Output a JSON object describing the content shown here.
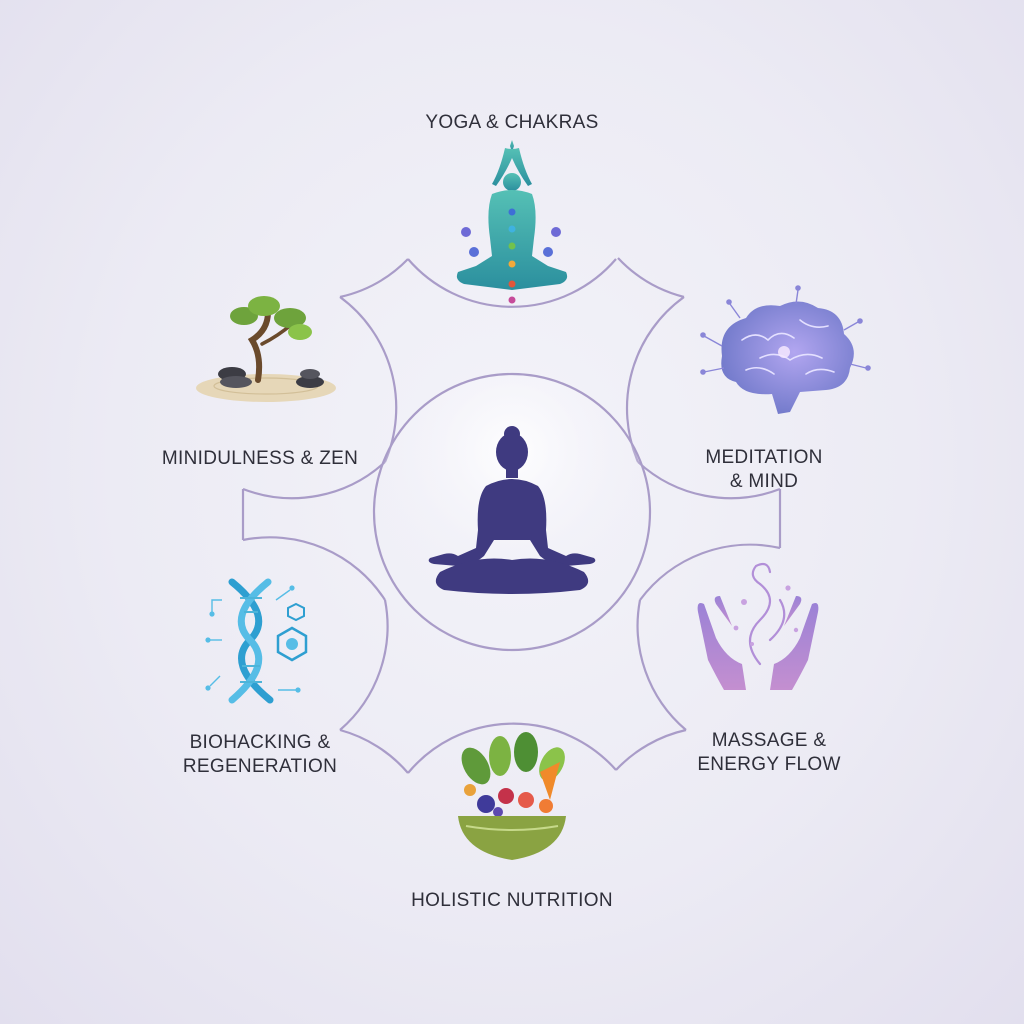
{
  "center": {
    "icon": "meditating-figure-icon"
  },
  "sections": [
    {
      "id": "yoga",
      "label_lines": [
        "YOGA & CHAKRAS"
      ],
      "icon": "yoga-chakra-figure-icon"
    },
    {
      "id": "meditation",
      "label_lines": [
        "MEDITATION",
        "& MIND"
      ],
      "icon": "brain-icon"
    },
    {
      "id": "massage",
      "label_lines": [
        "MASSAGE &",
        "ENERGY FLOW"
      ],
      "icon": "hands-energy-icon"
    },
    {
      "id": "nutrition",
      "label_lines": [
        "HOLISTIC NUTRITION"
      ],
      "icon": "salad-bowl-icon"
    },
    {
      "id": "biohacking",
      "label_lines": [
        "BIOHACKING &",
        "REGENERATION"
      ],
      "icon": "dna-helix-icon"
    },
    {
      "id": "mindfulness",
      "label_lines": [
        "MINIDULNESS & ZEN"
      ],
      "icon": "bonsai-zen-stones-icon"
    }
  ],
  "colors": {
    "ring_stroke": "#a99cc8",
    "center_figure": "#3f3a80",
    "yoga_figure": "#3aa6a6",
    "brain": "#8a86d8",
    "hands": "#a985cf",
    "dna": "#2e9fd1",
    "bowl": "#8aa342",
    "label_text": "#2f2f3a"
  }
}
